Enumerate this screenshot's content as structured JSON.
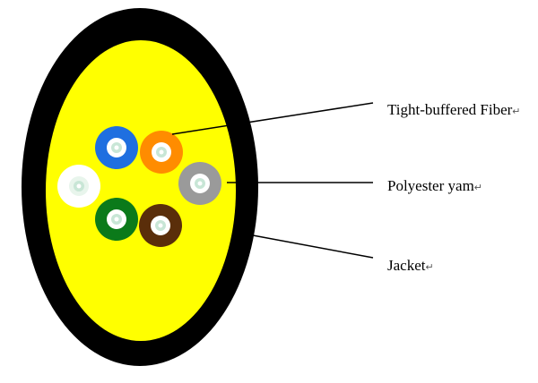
{
  "labels": {
    "fiber": "Tight-buffered Fiber",
    "yarn": "Polyester yam",
    "jacket": "Jacket",
    "return_mark": "↵"
  },
  "colors": {
    "jacket": "#000000",
    "yarn_fill": "#ffff00",
    "fibers": {
      "blue": "#1f6fe0",
      "orange": "#ff8c00",
      "white": "#ffffff",
      "gray": "#9a9a9a",
      "green": "#0b7a1a",
      "brown": "#5a2e0a"
    },
    "core_ring": "#ffffff",
    "core_center": "#c8e6d6"
  }
}
